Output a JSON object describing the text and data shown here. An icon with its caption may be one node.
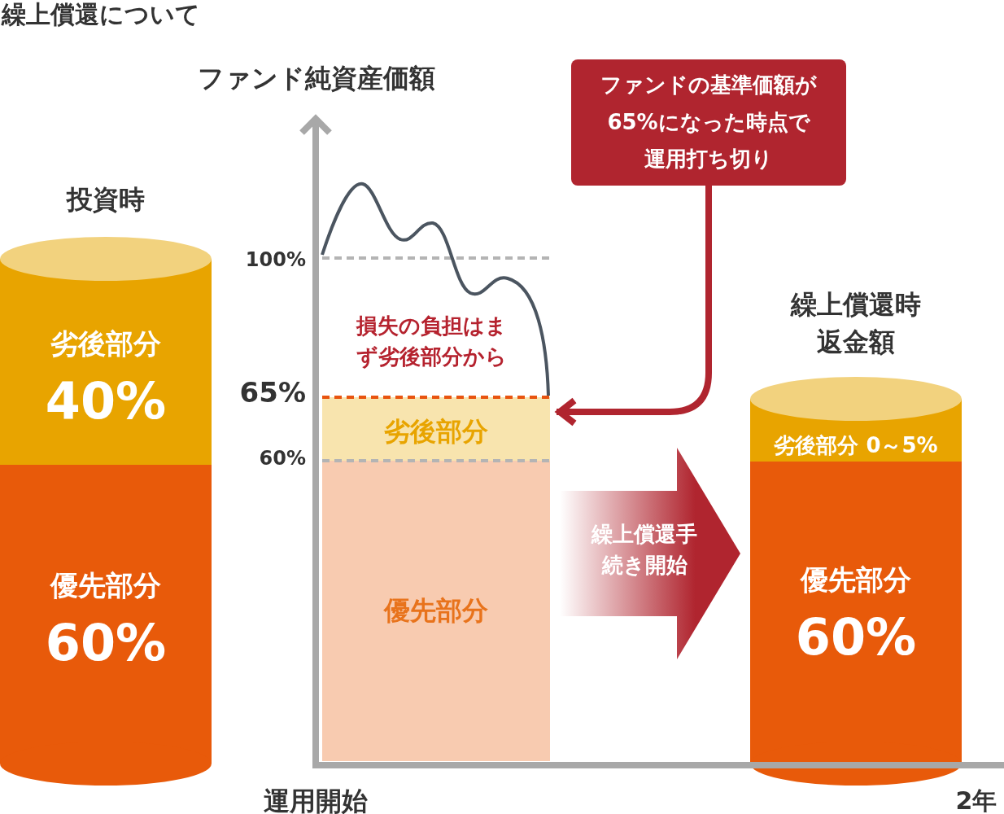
{
  "diagram": {
    "title": "繰上償還について",
    "nodes": [
      {
        "text": [
          "劣後部分",
          "40%"
        ]
      },
      {
        "text": [
          "優先部分",
          "60%"
        ]
      },
      {
        "text": [
          "ファンドの基準価額が65%になった時点で運用打ち切り"
        ]
      },
      {
        "text": [
          "劣後部分"
        ]
      },
      {
        "text": [
          "優先部分"
        ]
      },
      {
        "text": [
          "劣後部分 0～5%"
        ]
      },
      {
        "text": [
          "優先部分",
          "60%"
        ]
      }
    ],
    "edges": [
      {
        "from": 2,
        "to": 3,
        "arrow": "to"
      },
      {
        "from": 4,
        "to": 6,
        "arrow": "to",
        "label": "繰上償還手続き開始"
      }
    ],
    "labels": [
      "投資時",
      "ファンド純資産価額",
      "100%",
      "65%",
      "60%",
      "損失の負担はまず劣後部分から",
      "繰上償還時返金額",
      "運用開始",
      "2年"
    ]
  }
}
